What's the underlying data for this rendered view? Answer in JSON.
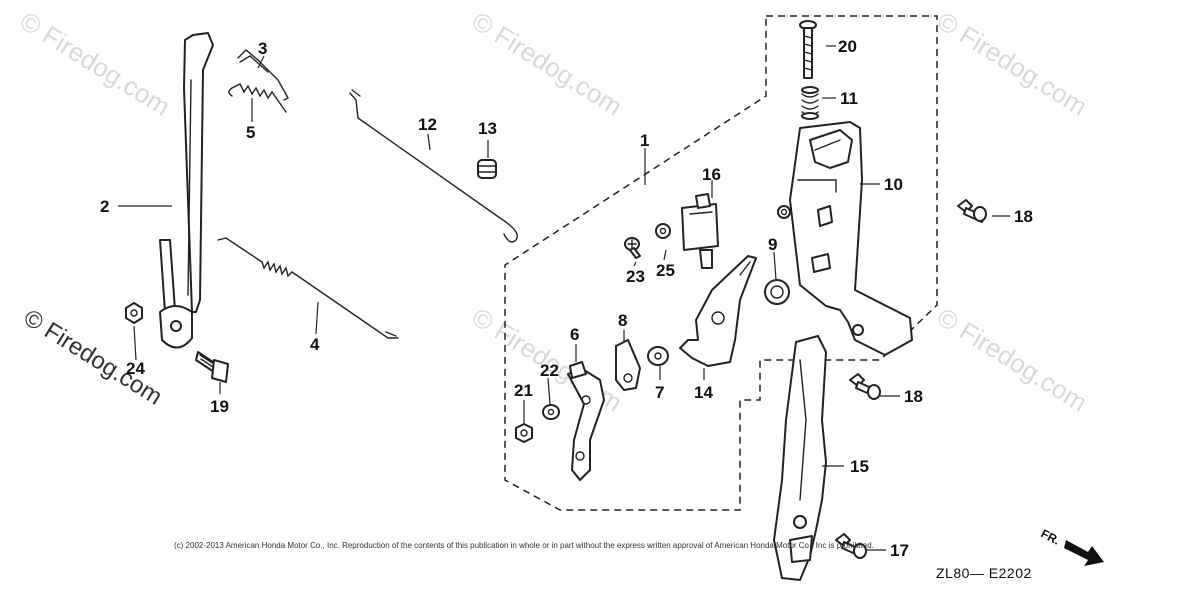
{
  "watermark": {
    "text": "© Firedog.com"
  },
  "callouts": {
    "c1": "1",
    "c2": "2",
    "c3": "3",
    "c4": "4",
    "c5": "5",
    "c6": "6",
    "c7": "7",
    "c8": "8",
    "c9": "9",
    "c10": "10",
    "c11": "11",
    "c12": "12",
    "c13": "13",
    "c14": "14",
    "c15": "15",
    "c16": "16",
    "c17": "17",
    "c18a": "18",
    "c18b": "18",
    "c19": "19",
    "c20": "20",
    "c21": "21",
    "c22": "22",
    "c23": "23",
    "c24": "24",
    "c25": "25"
  },
  "copyright": "(c) 2002-2013 American Honda Motor Co., Inc. Reproduction of the contents of this publication in whole or in part without the express written approval of American Honda Motor Co., Inc is prohibited.",
  "diagram_code": "ZL80— E2202",
  "direction_label": "FR."
}
